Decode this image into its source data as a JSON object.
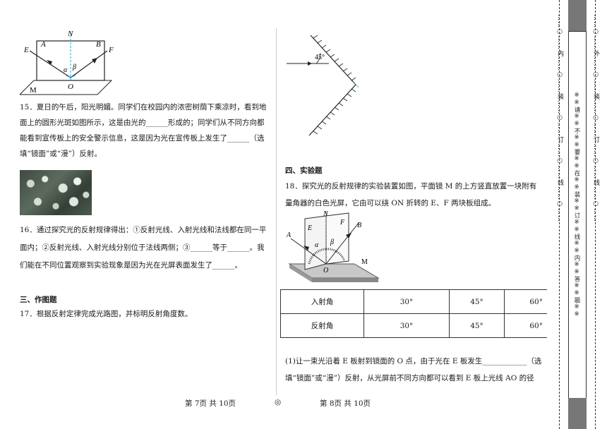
{
  "figure1": {
    "labels": {
      "E": "E",
      "A": "A",
      "N": "N",
      "B": "B",
      "F": "F",
      "alpha": "α",
      "beta": "β",
      "O": "O",
      "M": "M"
    }
  },
  "q15": {
    "line1": "15．夏日的午后，阳光明媚。同学们在校园内的浓密树荫下乘凉时，看到地",
    "line2": "面上的圆形光斑如图所示，这是由光的______形成的；同学们从不同方向都",
    "line3": "能看到宣传板上的安全警示信息，这是因为光在宣传板上发生了______（选",
    "line4": "填“镜面”或“漫”）反射。"
  },
  "q16": {
    "line1": "16．通过探究光的反射规律得出：①反射光线、入射光线和法线都在同一平",
    "line2": "面内；②反射光线、入射光线分别位于法线两侧；③______等于______。我",
    "line3": "们能在不同位置观察到实验现象是因为光在光屏表面发生了______。"
  },
  "section3": {
    "title": "三、作图题"
  },
  "q17": {
    "text": "17．根据反射定律完成光路图，并标明反射角度数。"
  },
  "figure2": {
    "angle_label": "45°"
  },
  "section4": {
    "title": "四、实验题"
  },
  "q18": {
    "line1": "18．探究光的反射规律的实验装置如图，平面镜 M 的上方竖直放置一块附有",
    "line2": "量角器的白色光屏，它由可以绕 ON 折转的 E、F 两块板组成。"
  },
  "figure3": {
    "labels": {
      "N": "N",
      "E": "E",
      "F": "F",
      "A": "A",
      "B": "B",
      "alpha": "α",
      "beta": "β",
      "O": "O",
      "M": "M"
    }
  },
  "table": {
    "rows": [
      {
        "label": "入射角",
        "values": [
          "30°",
          "45°",
          "60°"
        ]
      },
      {
        "label": "反射角",
        "values": [
          "30°",
          "45°",
          "60°"
        ]
      }
    ]
  },
  "q18_1": {
    "line1": "(1)让一束光沿着 E 板射到镜面的 O 点，由于光在 E 板发生____________（选",
    "line2": "填“镜面”或“漫”）反射，从光屏前不同方向都可以看到 E 板上光线 AO 的径"
  },
  "footer": {
    "left": "第 7页  共 10页",
    "middle": "◎",
    "right": "第 8页  共 10页"
  },
  "binding": {
    "inner_left": "……○……内……○……装……○……订……○……线……○……",
    "warning": "※※请※※不※※要※※在※※装※※订※※线※※内※※答※※题※※",
    "outer_right": "……○……外……○……装……○……订……○……线……○……"
  }
}
